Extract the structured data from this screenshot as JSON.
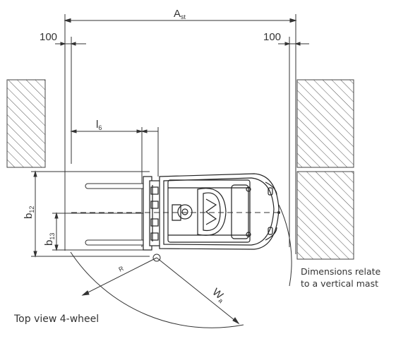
{
  "labels": {
    "ast": {
      "main": "A",
      "sub": "st"
    },
    "clearance_left": "100",
    "clearance_right": "100",
    "l6": {
      "main": "l",
      "sub": "6"
    },
    "b12": {
      "main": "b",
      "sub": "12"
    },
    "b13": {
      "main": "b",
      "sub": "13"
    },
    "r": "R",
    "wa": {
      "main": "W",
      "sub": "a"
    }
  },
  "notes": {
    "dimensions_line1": "Dimensions relate",
    "dimensions_line2": "to a vertical mast"
  },
  "caption": "Top view 4-wheel",
  "colors": {
    "line": "#333333",
    "hatch": "#555555",
    "truck": "#222222"
  }
}
